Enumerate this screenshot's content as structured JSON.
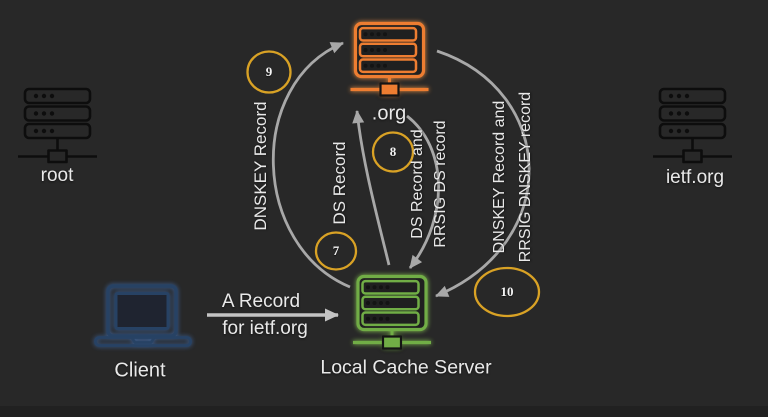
{
  "canvas": {
    "background": "#282828",
    "footer_strip": "#212121"
  },
  "palette": {
    "arrow_gray": "#a8a8a8",
    "arrow_light": "#c4c4c4",
    "circle_gold": "#d9a225",
    "org_orange": "#ed7d31",
    "cache_green": "#71ad46",
    "client_navy": "#274264",
    "dark_icon": "#0d0d0d",
    "text": "#e9e9e9"
  },
  "nodes": {
    "root_server": {
      "label": "root",
      "icon": "server-rack-icon"
    },
    "org_server": {
      "label": ".org",
      "icon": "server-rack-icon"
    },
    "ietf_server": {
      "label": "ietf.org",
      "icon": "server-rack-icon"
    },
    "client": {
      "label": "Client",
      "icon": "laptop-icon"
    },
    "local_cache": {
      "label": "Local Cache Server",
      "icon": "server-rack-icon"
    }
  },
  "messages": {
    "client_query": {
      "line1": "A Record",
      "line2": "for ietf.org",
      "from": "Client",
      "to": "Local Cache Server"
    },
    "step7": {
      "number": "7",
      "label": "DS Record",
      "from": "Local Cache Server",
      "to": ".org"
    },
    "step8": {
      "number": "8",
      "line1": "DS Record and",
      "line2": "RRSIG DS record",
      "from": ".org",
      "to": "Local Cache Server"
    },
    "step9": {
      "number": "9",
      "label": "DNSKEY Record",
      "from": "Local Cache Server",
      "to": ".org"
    },
    "step10": {
      "number": "10",
      "line1": "DNSKEY Record and",
      "line2": "RRSIG DNSKEY record",
      "from": ".org",
      "to": "Local Cache Server"
    }
  }
}
